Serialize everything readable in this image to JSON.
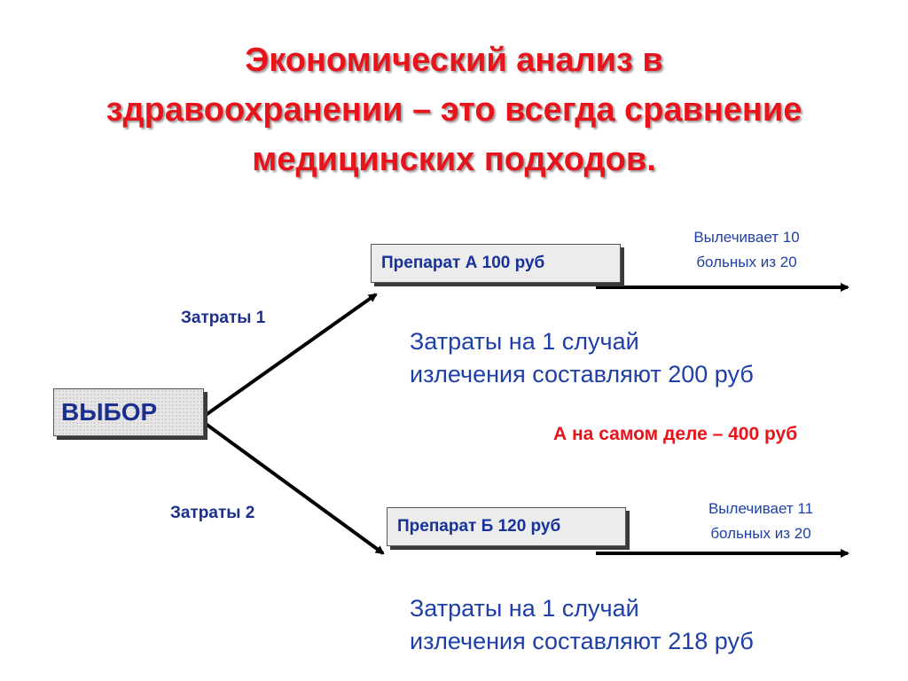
{
  "title_lines": [
    "Экономический анализ в",
    "здравоохранении – это всегда сравнение",
    "медицинских подходов."
  ],
  "choice_label": "ВЫБОР",
  "branches": [
    {
      "cost_label": "Затраты 1",
      "drug_label": "Препарат А 100 руб",
      "outcome_lines": [
        "Вылечивает 10",
        "больных из 20"
      ],
      "cost_lines": [
        "Затраты на 1 случай",
        "излечения составляют 200 руб"
      ]
    },
    {
      "cost_label": "Затраты 2",
      "drug_label": "Препарат Б 120 руб",
      "outcome_lines": [
        "Вылечивает 11",
        "больных из 20"
      ],
      "cost_lines": [
        "Затраты на 1 случай",
        "излечения составляют 218 руб"
      ]
    }
  ],
  "note": "А на самом деле – 400 руб",
  "colors": {
    "title": "#e8141b",
    "note": "#e8141b",
    "label": "#1b2f8e",
    "text": "#1f3fa8"
  }
}
